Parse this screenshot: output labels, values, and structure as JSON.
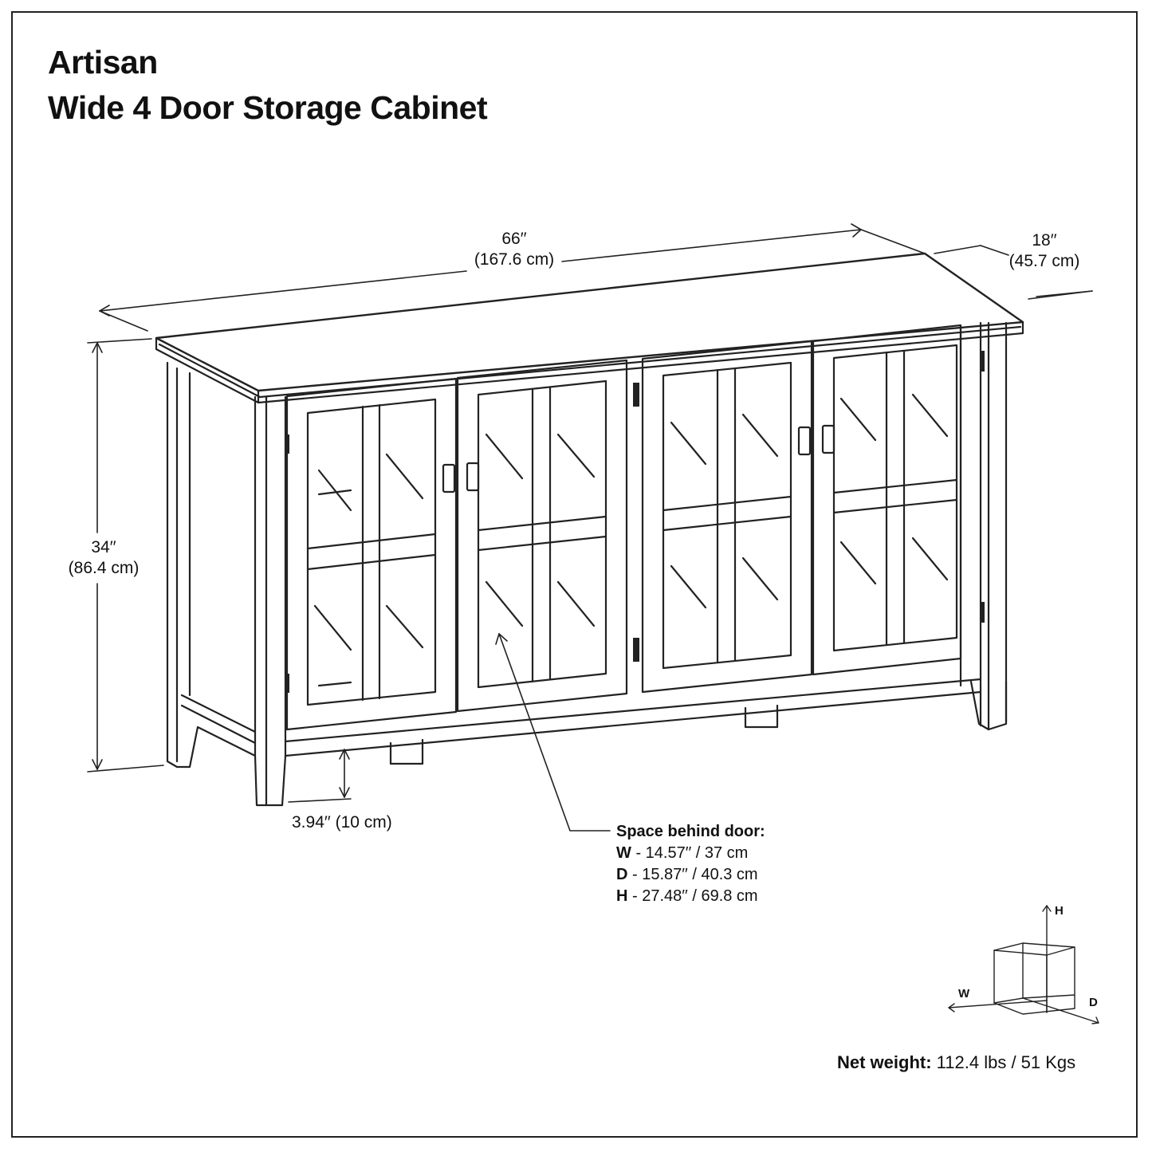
{
  "title": {
    "line1": "Artisan",
    "line2": "Wide 4 Door Storage Cabinet"
  },
  "dimensions": {
    "width_in": "66′′",
    "width_cm": "(167.6 cm)",
    "depth_in": "18′′",
    "depth_cm": "(45.7 cm)",
    "height_in": "34′′",
    "height_cm": "(86.4 cm)",
    "leg_height": "3.94′′ (10 cm)"
  },
  "space_behind_door": {
    "heading": "Space behind door:",
    "w_key": "W",
    "w_val": " - 14.57′′ / 37 cm",
    "d_key": "D",
    "d_val": " - 15.87′′ / 40.3 cm",
    "h_key": "H",
    "h_val": " - 27.48′′ / 69.8 cm"
  },
  "axis_legend": {
    "h": "H",
    "w": "W",
    "d": "D"
  },
  "net_weight": {
    "label": "Net weight:",
    "value": " 112.4 lbs / 51 Kgs"
  }
}
